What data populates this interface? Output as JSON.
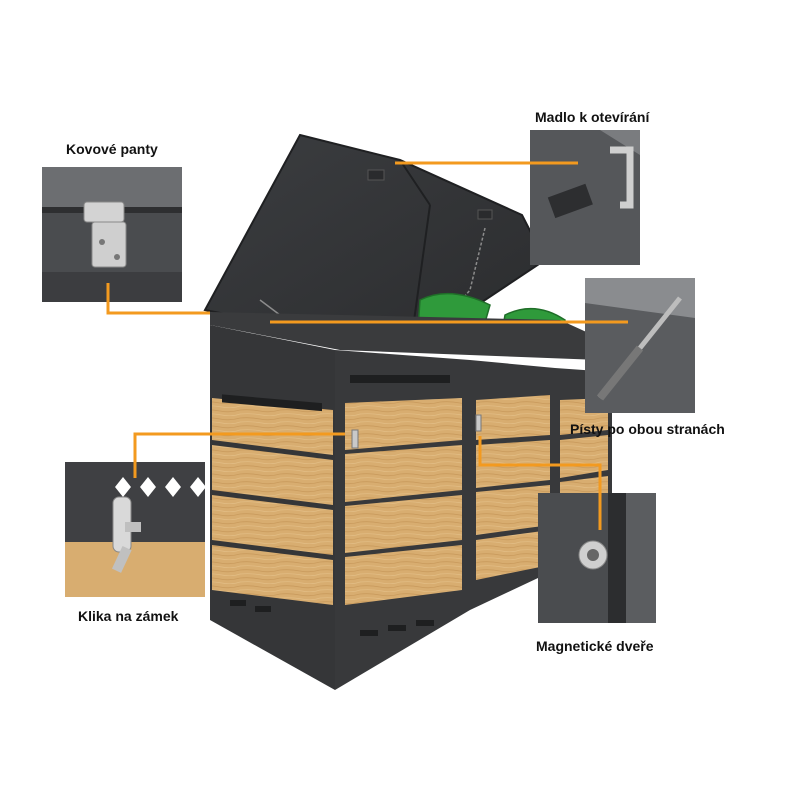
{
  "callouts": {
    "hinges": "Kovové panty",
    "handle": "Madlo k otevírání",
    "struts": "Písty po obou stranách",
    "lock": "Klika na zámek",
    "magnetic": "Magnetické dveře"
  },
  "colors": {
    "leader": "#f39a1f",
    "frame": "#3a3b3d",
    "wood": "#d9b074",
    "lid_bin": "#2f9a3b",
    "background": "#ffffff"
  }
}
